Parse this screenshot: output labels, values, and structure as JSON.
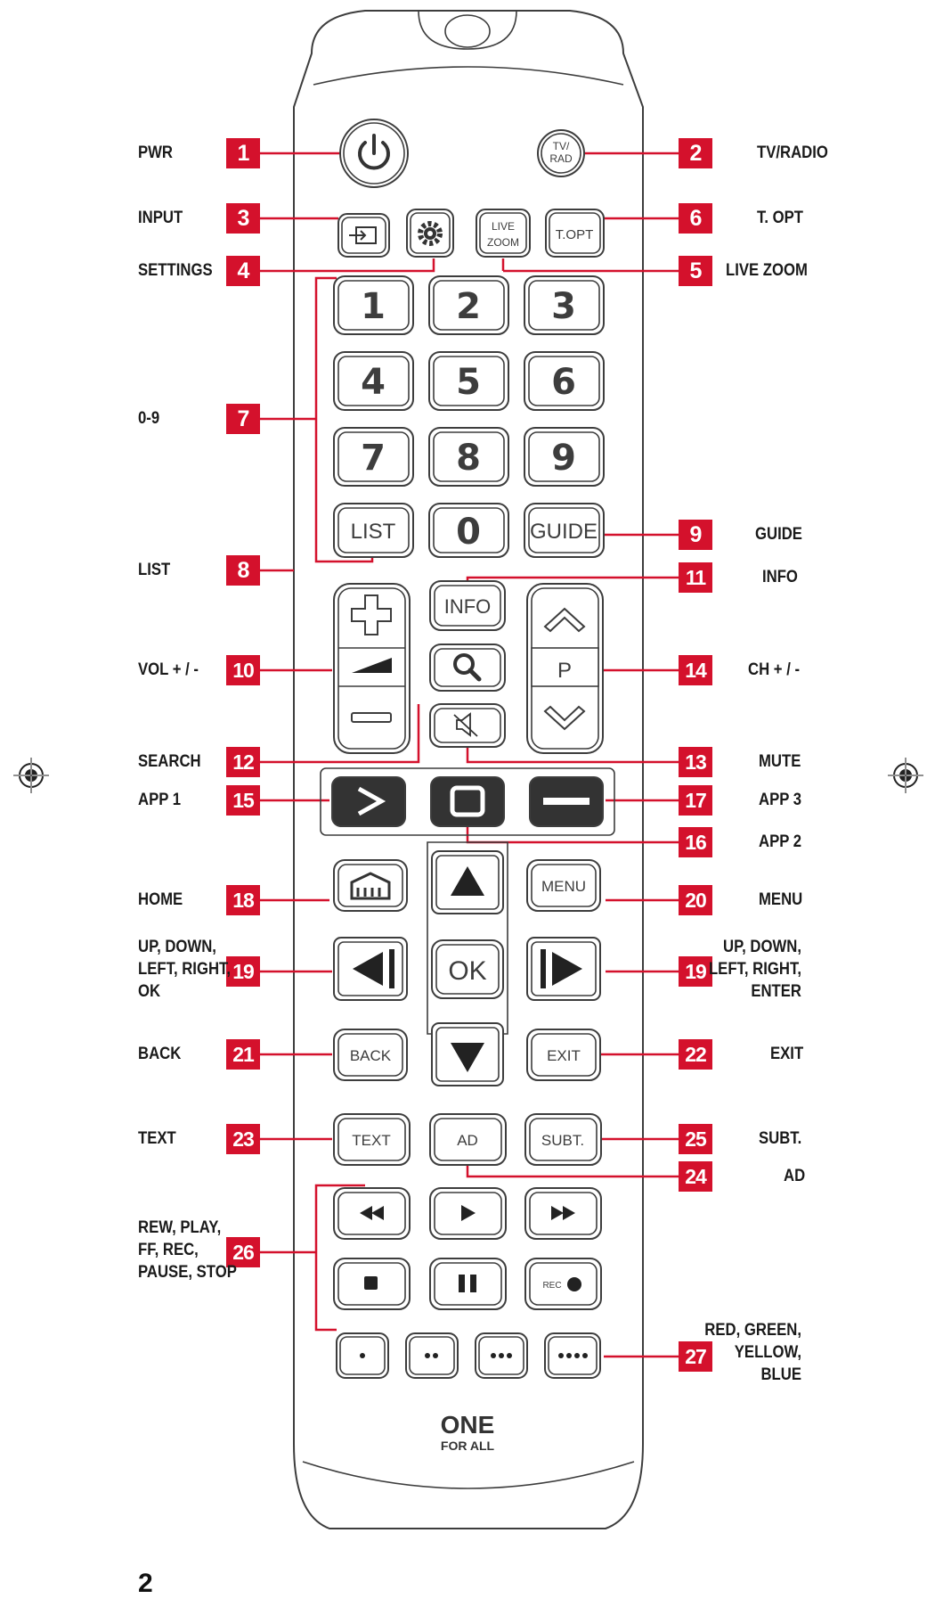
{
  "labels": {
    "pwr": "PWR",
    "tv_radio": "TV/RADIO",
    "input": "INPUT",
    "t_opt": "T. OPT",
    "settings": "SETTINGS",
    "live_zoom": "LIVE ZOOM",
    "digits": "0-9",
    "guide": "GUIDE",
    "list": "LIST",
    "info": "INFO",
    "vol": "VOL + / -",
    "ch": "CH + / -",
    "search": "SEARCH",
    "mute": "MUTE",
    "app1": "APP 1",
    "app3": "APP 3",
    "app2": "APP 2",
    "home": "HOME",
    "menu": "MENU",
    "nav_left": "UP, DOWN,\nLEFT, RIGHT,\nOK",
    "nav_right": "UP, DOWN,\nLEFT, RIGHT,\nENTER",
    "back": "BACK",
    "exit": "EXIT",
    "text": "TEXT",
    "subt": "SUBT.",
    "ad": "AD",
    "transport": "REW, PLAY,\nFF, REC,\nPAUSE, STOP",
    "colors": "RED, GREEN,\nYELLOW,\nBLUE"
  },
  "badges": {
    "b1": "1",
    "b2": "2",
    "b3": "3",
    "b4": "4",
    "b5": "5",
    "b6": "6",
    "b7": "7",
    "b8": "8",
    "b9": "9",
    "b10": "10",
    "b11": "11",
    "b12": "12",
    "b13": "13",
    "b14": "14",
    "b15": "15",
    "b16": "16",
    "b17": "17",
    "b18": "18",
    "b19a": "19",
    "b19b": "19",
    "b20": "20",
    "b21": "21",
    "b22": "22",
    "b23": "23",
    "b24": "24",
    "b25": "25",
    "b26": "26",
    "b27": "27"
  },
  "keys": {
    "tv_rad_top": "TV/",
    "tv_rad_bottom": "RAD",
    "live_top": "LIVE",
    "live_bottom": "ZOOM",
    "t_opt": "T.OPT",
    "k1": "1",
    "k2": "2",
    "k3": "3",
    "k4": "4",
    "k5": "5",
    "k6": "6",
    "k7": "7",
    "k8": "8",
    "k9": "9",
    "k0": "0",
    "list": "LIST",
    "guide": "GUIDE",
    "info": "INFO",
    "p": "P",
    "menu": "MENU",
    "ok": "OK",
    "back": "BACK",
    "exit": "EXIT",
    "text": "TEXT",
    "ad": "AD",
    "subt": "SUBT.",
    "rec": "REC"
  },
  "brand": {
    "line1": "ONE",
    "line2": "FOR ALL"
  },
  "page_number": "2",
  "colors": {
    "badge_red": "#d4112c",
    "outline": "#444444",
    "app_key": "#333333"
  },
  "icons": [
    "power-icon",
    "input-source-icon",
    "settings-gear-icon",
    "plus-icon",
    "volume-ramp-icon",
    "minus-icon",
    "chevron-up-icon",
    "chevron-down-icon",
    "search-icon",
    "mute-icon",
    "home-icon",
    "arrow-up-icon",
    "arrow-down-icon",
    "arrow-left-icon",
    "arrow-right-icon",
    "rewind-icon",
    "play-icon",
    "fast-forward-icon",
    "stop-icon",
    "pause-icon",
    "record-icon",
    "registration-mark-icon"
  ]
}
